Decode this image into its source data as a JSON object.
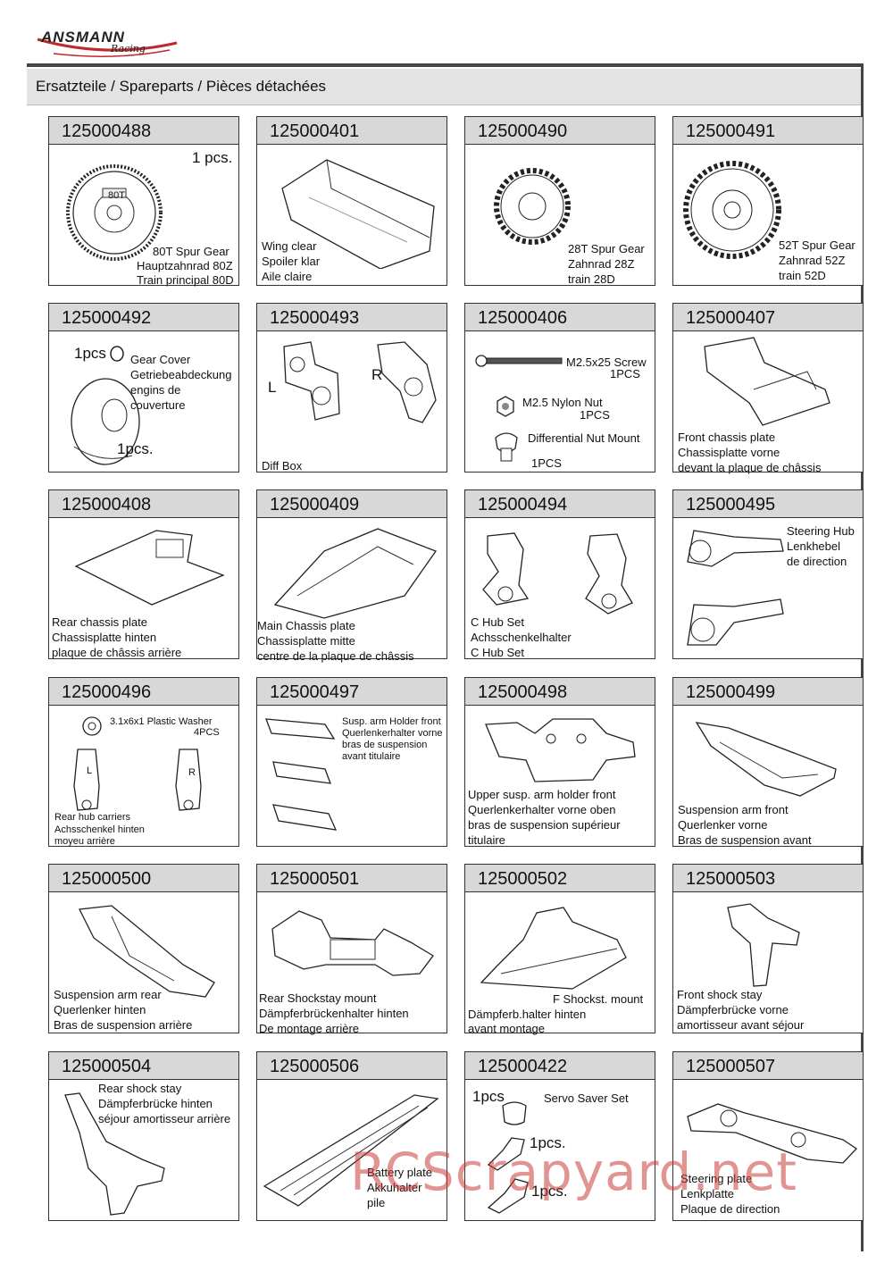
{
  "brand": {
    "logo_text": "ANSMANN",
    "logo_sub": "Racing"
  },
  "header": {
    "title": "Ersatzteile / Spareparts / Pièces détachées"
  },
  "cards": [
    {
      "number": "125000488",
      "labels": [
        "1 pcs.",
        "80T Spur Gear",
        "Hauptzahnrad 80Z",
        "Train principal 80D"
      ],
      "badge": "80T"
    },
    {
      "number": "125000401",
      "labels": [
        "Wing clear",
        "Spoiler klar",
        "Aile claire"
      ]
    },
    {
      "number": "125000490",
      "labels": [
        "28T Spur Gear",
        "Zahnrad 28Z",
        "train 28D"
      ]
    },
    {
      "number": "125000491",
      "labels": [
        "52T Spur Gear",
        "Zahnrad 52Z",
        "train 52D"
      ]
    },
    {
      "number": "125000492",
      "labels": [
        "1pcs",
        "Gear Cover",
        "Getriebeabdeckung",
        "engins de",
        "couverture",
        "1pcs."
      ]
    },
    {
      "number": "125000493",
      "labels": [
        "L",
        "R",
        "Diff Box"
      ]
    },
    {
      "number": "125000406",
      "labels": [
        "M2.5x25 Screw",
        "1PCS",
        "M2.5 Nylon Nut",
        "1PCS",
        "Differential Nut Mount",
        "1PCS"
      ]
    },
    {
      "number": "125000407",
      "labels": [
        "Front chassis plate",
        "Chassisplatte vorne",
        "devant la plaque de châssis"
      ]
    },
    {
      "number": "125000408",
      "labels": [
        "Rear chassis plate",
        "Chassisplatte hinten",
        "plaque de châssis arrière"
      ]
    },
    {
      "number": "125000409",
      "labels": [
        "Main Chassis plate",
        "Chassisplatte mitte",
        "centre de la plaque de châssis"
      ]
    },
    {
      "number": "125000494",
      "labels": [
        "C Hub Set",
        "Achsschenkelhalter",
        "C Hub Set"
      ]
    },
    {
      "number": "125000495",
      "labels": [
        "Steering Hub",
        "Lenkhebel",
        "de direction"
      ]
    },
    {
      "number": "125000496",
      "labels": [
        "3.1x6x1 Plastic Washer",
        "4PCS",
        "Rear hub carriers",
        "Achsschenkel hinten",
        "moyeu arrière",
        "L",
        "R"
      ]
    },
    {
      "number": "125000497",
      "labels": [
        "Susp. arm Holder front",
        "Querlenkerhalter vorne",
        "bras de suspension",
        "avant titulaire"
      ]
    },
    {
      "number": "125000498",
      "labels": [
        "Upper susp. arm holder front",
        "Querlenkerhalter vorne oben",
        "bras de suspension supérieur",
        "titulaire"
      ]
    },
    {
      "number": "125000499",
      "labels": [
        "Suspension arm front",
        "Querlenker vorne",
        "Bras de suspension avant"
      ]
    },
    {
      "number": "125000500",
      "labels": [
        "Suspension arm rear",
        "Querlenker hinten",
        "Bras de suspension arrière"
      ]
    },
    {
      "number": "125000501",
      "labels": [
        "Rear Shockstay mount",
        "Dämpferbrückenhalter hinten",
        "De montage arrière"
      ]
    },
    {
      "number": "125000502",
      "labels": [
        "F Shockst. mount",
        "Dämpferb.halter hinten",
        "avant montage"
      ]
    },
    {
      "number": "125000503",
      "labels": [
        "Front shock stay",
        "Dämpferbrücke vorne",
        "amortisseur avant séjour"
      ]
    },
    {
      "number": "125000504",
      "labels": [
        "Rear shock stay",
        "Dämpferbrücke hinten",
        "séjour amortisseur arrière"
      ]
    },
    {
      "number": "125000506",
      "labels": [
        "Battery plate",
        "Akkuhalter",
        "pile"
      ]
    },
    {
      "number": "125000422",
      "labels": [
        "1pcs",
        "Servo Saver Set",
        "1pcs.",
        "1pcs."
      ]
    },
    {
      "number": "125000507",
      "labels": [
        "Steering plate",
        "Lenkplatte",
        "Plaque de direction"
      ]
    }
  ],
  "watermark": "RCScrapyard.net"
}
